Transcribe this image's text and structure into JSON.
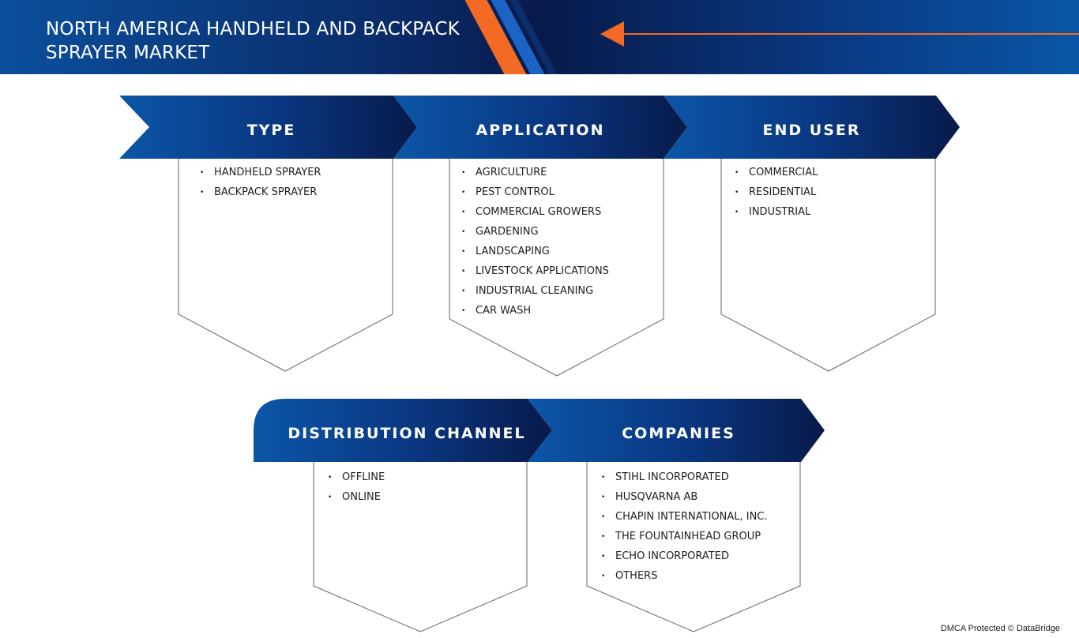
{
  "header": {
    "title": "NORTH AMERICA HANDHELD AND BACKPACK SPRAYER MARKET"
  },
  "colors": {
    "accent_orange": "#f26a24",
    "brand_navy": "#081a4a",
    "brand_blue": "#0b56a8"
  },
  "segments": {
    "type": {
      "title": "TYPE",
      "items": [
        "HANDHELD SPRAYER",
        "BACKPACK SPRAYER"
      ]
    },
    "application": {
      "title": "APPLICATION",
      "items": [
        "AGRICULTURE",
        "PEST CONTROL",
        "COMMERCIAL GROWERS",
        "GARDENING",
        "LANDSCAPING",
        "LIVESTOCK APPLICATIONS",
        "INDUSTRIAL CLEANING",
        "CAR WASH"
      ]
    },
    "end_user": {
      "title": "END USER",
      "items": [
        "COMMERCIAL",
        "RESIDENTIAL",
        "INDUSTRIAL"
      ]
    },
    "distribution_channel": {
      "title": "DISTRIBUTION CHANNEL",
      "items": [
        "OFFLINE",
        "ONLINE"
      ]
    },
    "companies": {
      "title": "COMPANIES",
      "items": [
        "STIHL INCORPORATED",
        "HUSQVARNA AB",
        "CHAPIN INTERNATIONAL, INC.",
        "THE FOUNTAINHEAD GROUP",
        "ECHO INCORPORATED",
        "OTHERS"
      ]
    }
  },
  "footer": {
    "text": "DMCA Protected © DataBridge"
  }
}
